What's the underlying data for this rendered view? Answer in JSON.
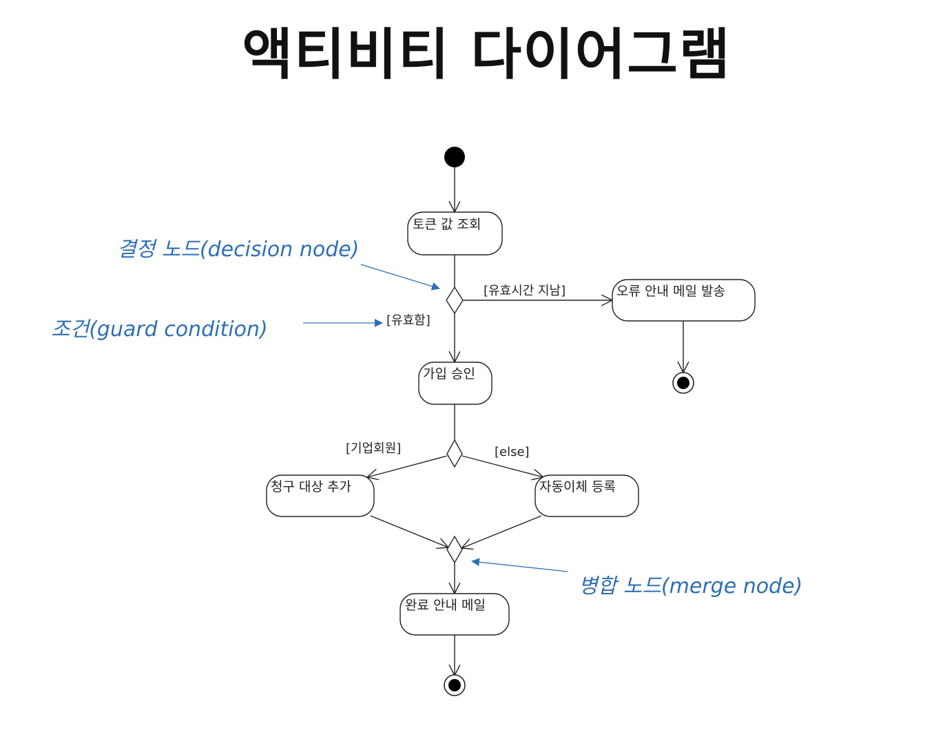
{
  "title": "액티비티 다이어그램",
  "nodes": {
    "token_lookup": "토큰 값 조회",
    "error_mail": "오류 안내 메일 발송",
    "join_approve": "가입 승인",
    "billing_add": "청구 대상 추가",
    "autopay_register": "자동이체 등록",
    "complete_mail": "완료 안내 메일"
  },
  "guards": {
    "expired": "[유효시간 지남]",
    "valid": "[유효함]",
    "corporate": "[기업회원]",
    "else": "[else]"
  },
  "annotations": {
    "decision": "결정 노드(decision node)",
    "guard": "조건(guard condition)",
    "merge": "병합 노드(merge node)"
  },
  "colors": {
    "diagram": "#222222",
    "annotation": "#2f6fb5"
  }
}
